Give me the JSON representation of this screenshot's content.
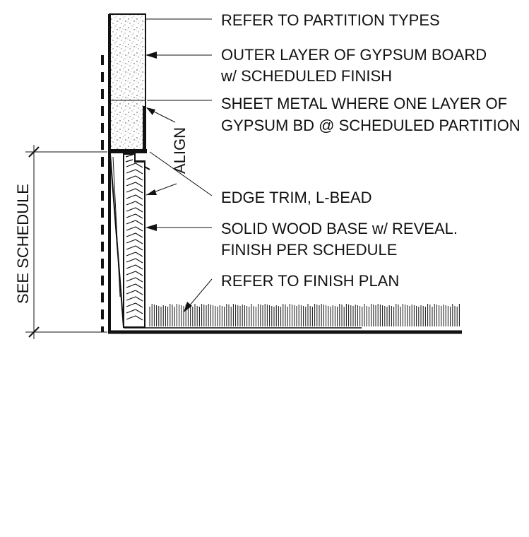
{
  "notes": {
    "partition_types": "REFER TO PARTITION TYPES",
    "outer_layer_line1": "OUTER LAYER OF GYPSUM BOARD",
    "outer_layer_line2": "w/ SCHEDULED FINISH",
    "sheet_metal_line1": "SHEET METAL WHERE ONE LAYER OF",
    "sheet_metal_line2": "GYPSUM BD @ SCHEDULED PARTITION",
    "edge_trim": "EDGE TRIM, L-BEAD",
    "wood_base_line1": "SOLID WOOD BASE w/ REVEAL.",
    "wood_base_line2": "FINISH PER SCHEDULE",
    "finish_plan": "REFER TO FINISH PLAN"
  },
  "dimensions": {
    "align": "ALIGN",
    "see_schedule": "SEE SCHEDULE"
  }
}
